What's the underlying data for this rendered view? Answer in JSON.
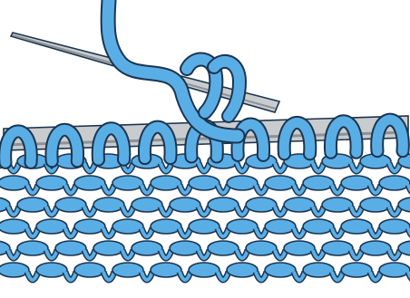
{
  "illustration": {
    "subject": "knitting-stitch-diagram",
    "yarn_color": "#5aaee6",
    "yarn_outline": "#1b3550",
    "needle_color": "#c9ccce",
    "needle_shadow": "#8d9294",
    "background": "#ffffff",
    "loops_on_needle": 9,
    "fabric_rows": 6
  }
}
